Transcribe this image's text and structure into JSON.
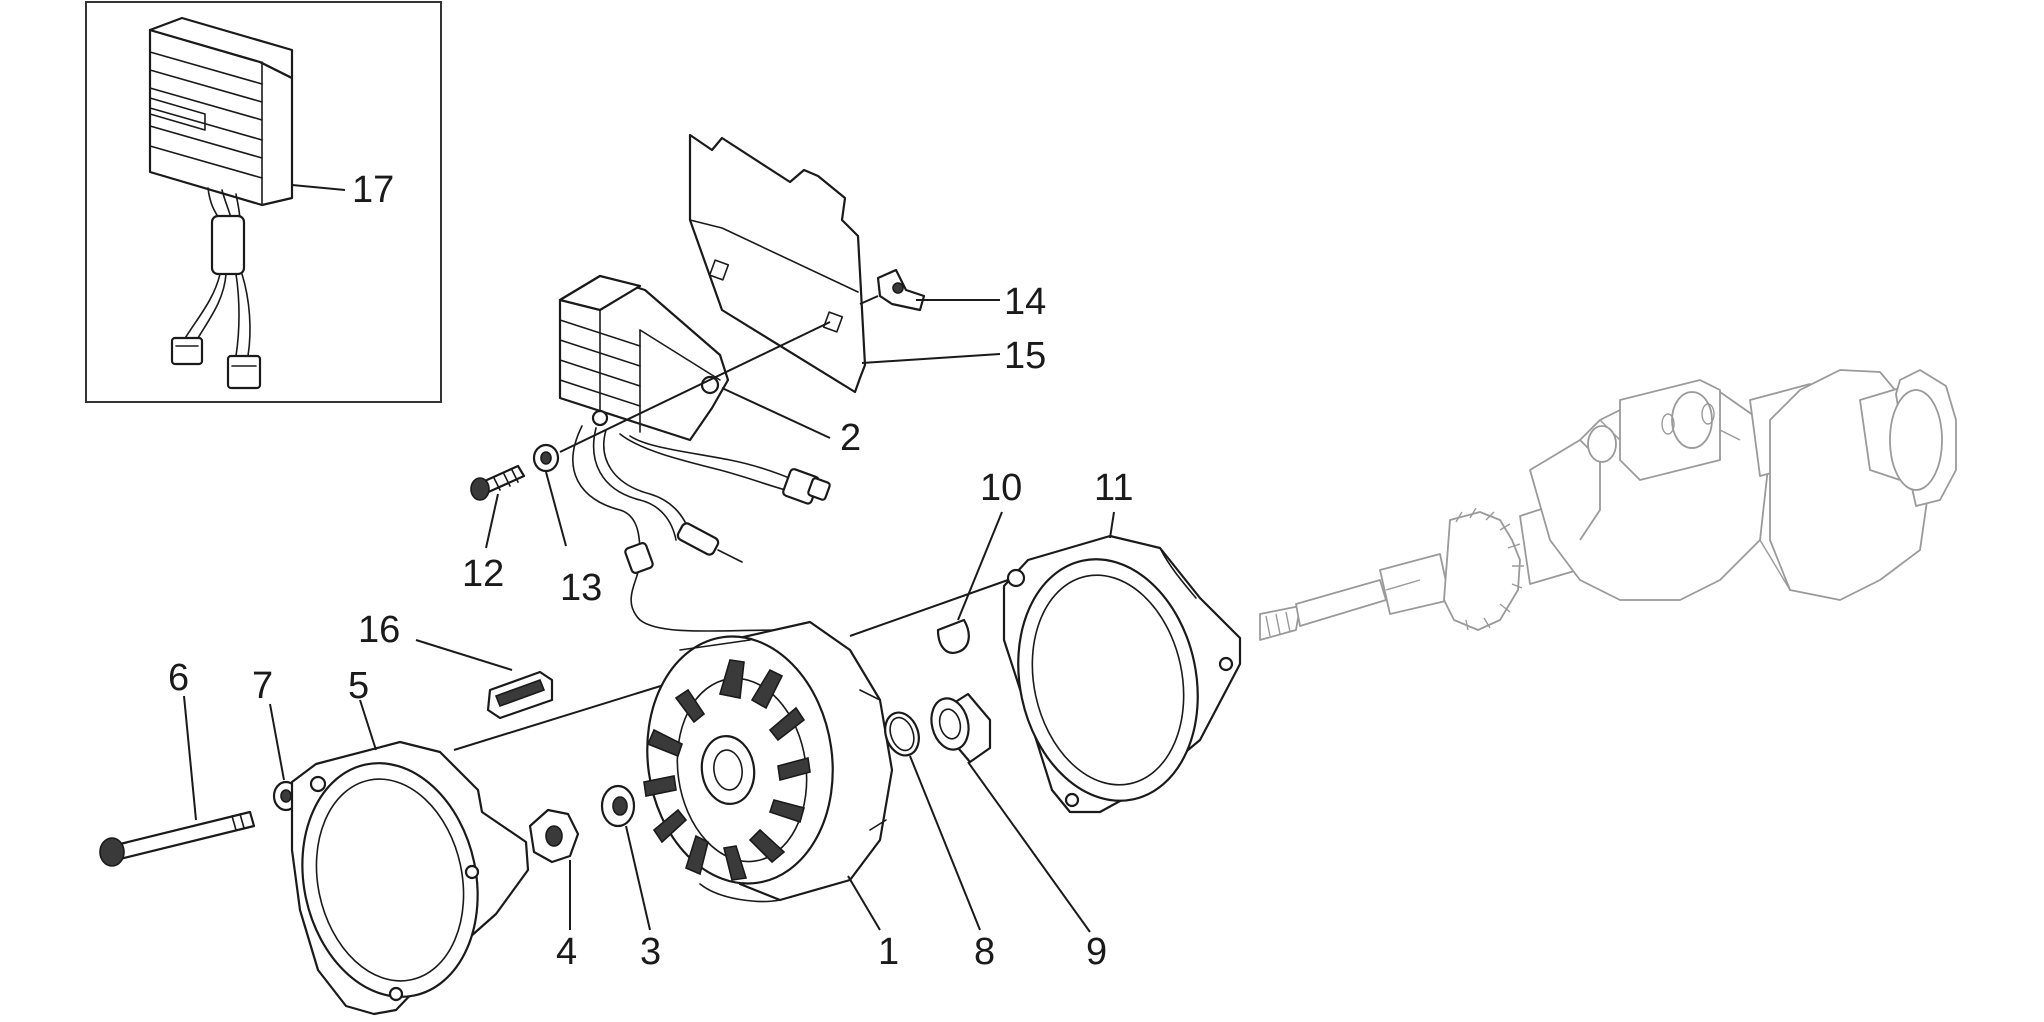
{
  "callouts": {
    "c1": "1",
    "c2": "2",
    "c3": "3",
    "c4": "4",
    "c5": "5",
    "c6": "6",
    "c7": "7",
    "c8": "8",
    "c9": "9",
    "c10": "10",
    "c11": "11",
    "c12": "12",
    "c13": "13",
    "c14": "14",
    "c15": "15",
    "c16": "16",
    "c17": "17"
  },
  "colors": {
    "line": "#1a1a1a",
    "ghost_line": "#9a9a9a",
    "background": "#ffffff"
  }
}
